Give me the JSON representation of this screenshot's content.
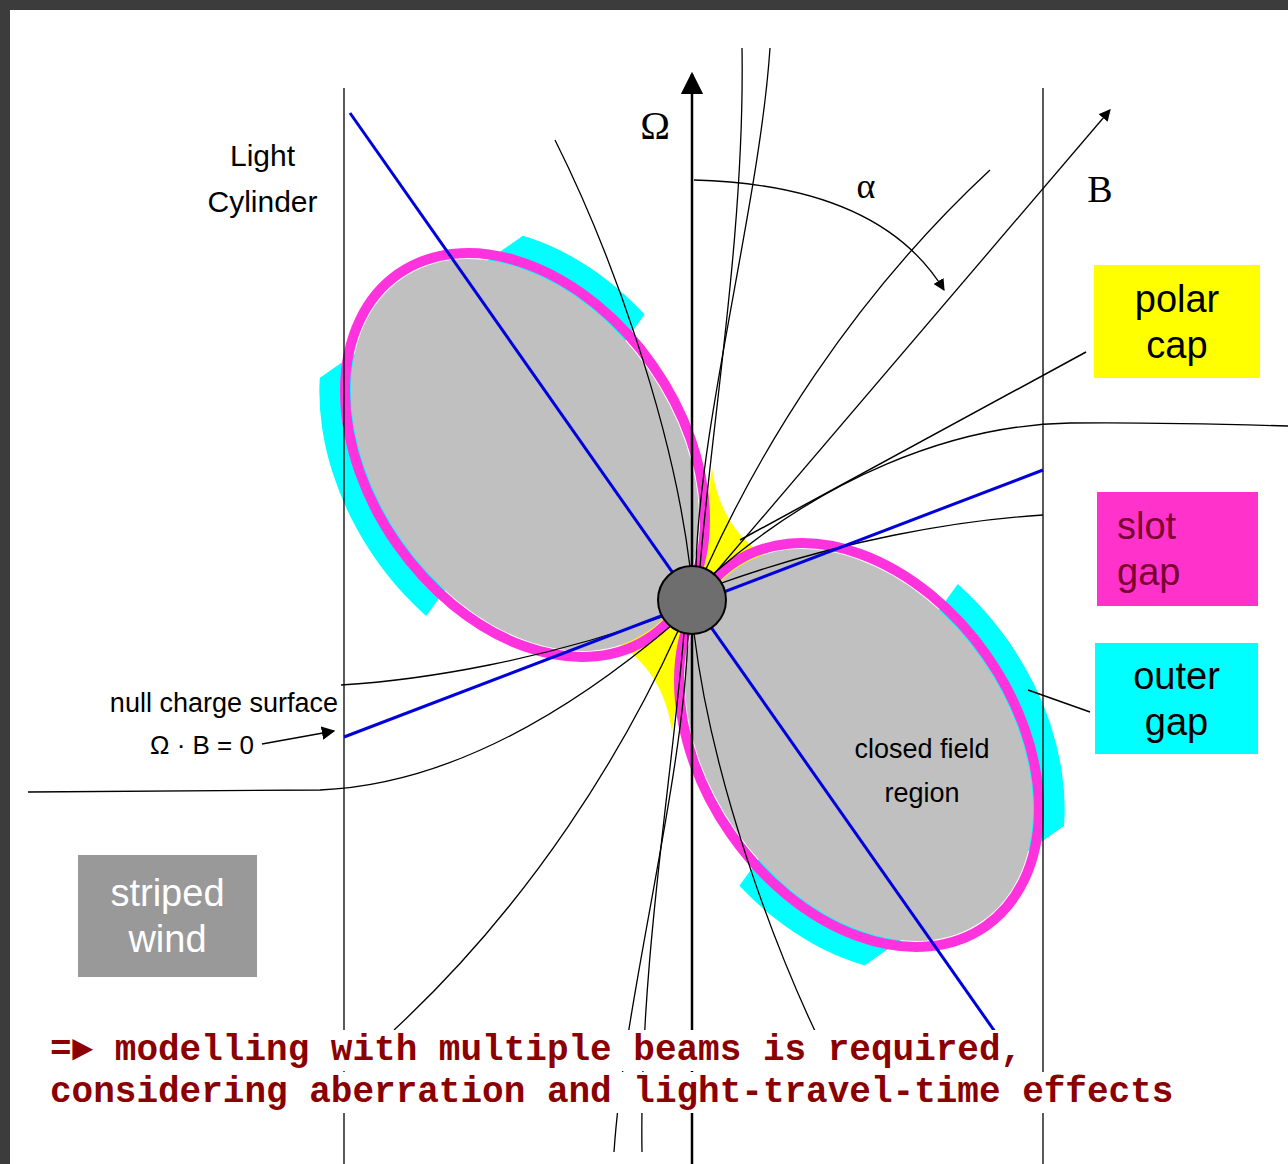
{
  "diagram": {
    "nodes": [
      {
        "text": [
          "polar cap"
        ]
      },
      {
        "text": [
          "slot gap"
        ]
      },
      {
        "text": [
          "outer gap"
        ]
      },
      {
        "text": [
          "striped wind"
        ]
      }
    ],
    "labels": [
      "Light Cylinder",
      "Ω",
      "α",
      "B",
      "null charge surface",
      "Ω · B = 0",
      "closed field region",
      "=► modelling with multiple beams is required, considering aberration and light-travel-time effects"
    ]
  }
}
